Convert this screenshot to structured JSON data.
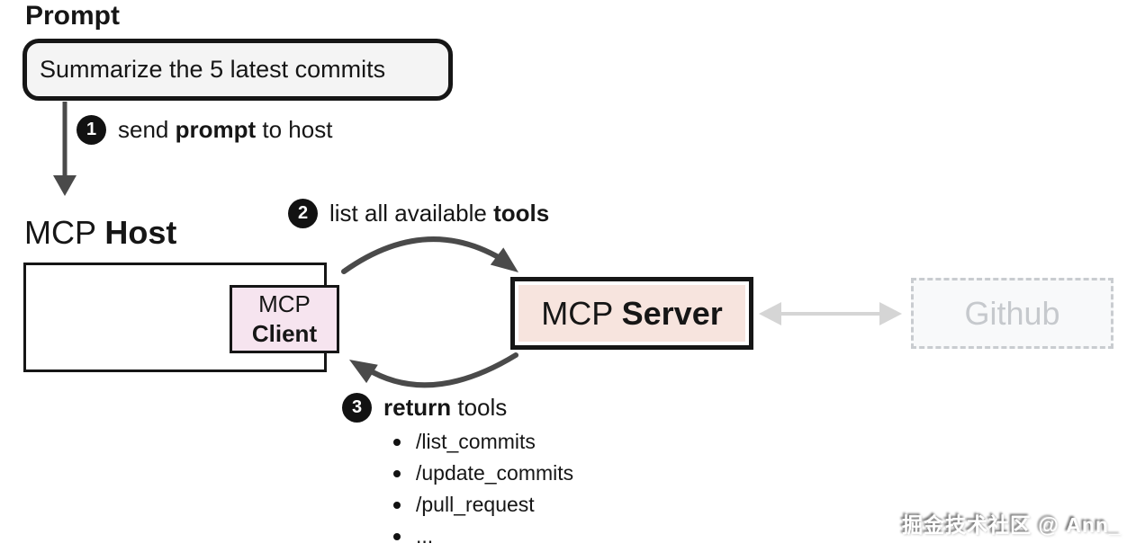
{
  "colors": {
    "ink": "#161616",
    "arrow_dark": "#4a4a4a",
    "bubble_fill": "#f4f4f4",
    "client_fill": "#f6e4ef",
    "server_fill": "#f7e4de",
    "github_fill": "#f8f9fa",
    "github_border": "#c9ccd0",
    "github_text": "#c6c9cd",
    "gray_arrow": "#d5d5d5"
  },
  "prompt": {
    "heading": "Prompt",
    "bubble_text": "Summarize the 5 latest commits"
  },
  "steps": [
    {
      "number": "1",
      "pre": "send ",
      "bold": "prompt",
      "post": " to host"
    },
    {
      "number": "2",
      "pre": "list all available ",
      "bold": "tools",
      "post": ""
    },
    {
      "number": "3",
      "pre": "",
      "bold": "return",
      "post": " tools"
    }
  ],
  "host": {
    "label_regular": "MCP",
    "label_bold": "Host"
  },
  "client": {
    "line1": "MCP",
    "line2": "Client"
  },
  "server": {
    "label_regular": "MCP",
    "label_bold": "Server"
  },
  "github": {
    "label": "Github"
  },
  "tools": {
    "items": [
      "/list_commits",
      "/update_commits",
      "/pull_request",
      "..."
    ]
  },
  "watermark": "掘金技术社区 @ Ann_"
}
